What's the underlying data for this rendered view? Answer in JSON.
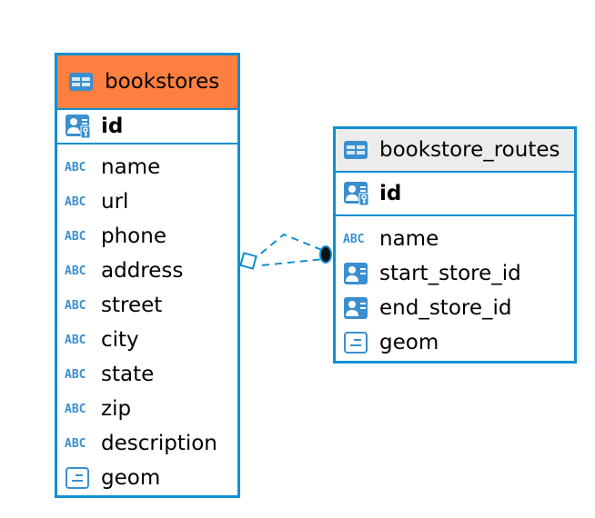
{
  "colors": {
    "border": "#0f8fd0",
    "bookstores_header": "#ff7f40",
    "routes_header": "#ececec",
    "icon": "#3a8fd0"
  },
  "entities": [
    {
      "name": "bookstores",
      "pk": "id",
      "columns": [
        {
          "label": "name",
          "icon": "abc-icon"
        },
        {
          "label": "url",
          "icon": "abc-icon"
        },
        {
          "label": "phone",
          "icon": "abc-icon"
        },
        {
          "label": "address",
          "icon": "abc-icon"
        },
        {
          "label": "street",
          "icon": "abc-icon"
        },
        {
          "label": "city",
          "icon": "abc-icon"
        },
        {
          "label": "state",
          "icon": "abc-icon"
        },
        {
          "label": "zip",
          "icon": "abc-icon"
        },
        {
          "label": "description",
          "icon": "abc-icon"
        },
        {
          "label": "geom",
          "icon": "geometry-icon"
        }
      ]
    },
    {
      "name": "bookstore_routes",
      "pk": "id",
      "columns": [
        {
          "label": "name",
          "icon": "abc-icon"
        },
        {
          "label": "start_store_id",
          "icon": "foreign-key-icon"
        },
        {
          "label": "end_store_id",
          "icon": "foreign-key-icon"
        },
        {
          "label": "geom",
          "icon": "geometry-icon"
        }
      ]
    }
  ],
  "abc_text": "ABC",
  "relationship": {
    "from": "bookstore_routes",
    "to": "bookstores",
    "style": "dashed"
  }
}
